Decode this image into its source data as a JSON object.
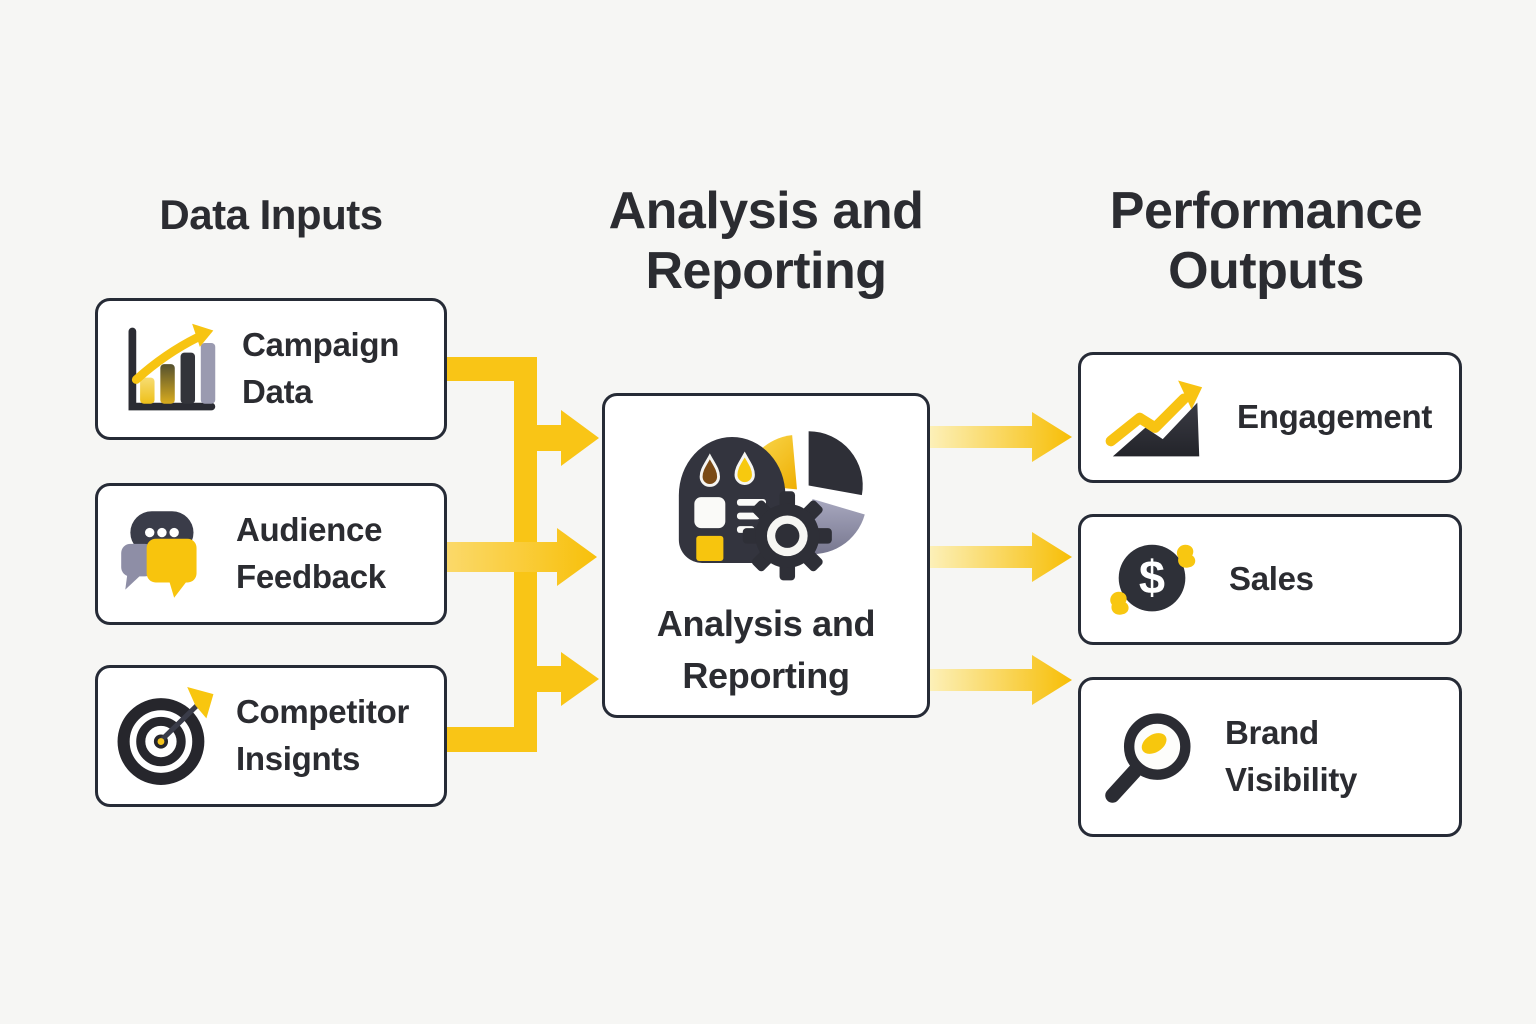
{
  "headers": {
    "inputs": "Data Inputs",
    "process": "Analysis and Reporting",
    "outputs": "Performance Outputs"
  },
  "inputs": [
    {
      "label": "Campaign Data",
      "icon": "bar-chart-growth-icon"
    },
    {
      "label": "Audience Feedback",
      "icon": "chat-bubbles-icon"
    },
    {
      "label": "Competitor Insignts",
      "icon": "target-dart-icon"
    }
  ],
  "process": {
    "label": "Analysis and Reporting",
    "icon": "calculator-pie-gear-icon"
  },
  "outputs": [
    {
      "label": "Engagement",
      "icon": "trend-up-chart-icon"
    },
    {
      "label": "Sales",
      "icon": "dollar-coin-icon"
    },
    {
      "label": "Brand Visibility",
      "icon": "magnifying-glass-icon"
    }
  ],
  "colors": {
    "accent_yellow": "#F8C513",
    "accent_yellow_light": "#FCF0B8",
    "ink": "#2B2C31",
    "dark_slate": "#2E3038",
    "purple_gray": "#9A9AB0",
    "node_fill": "#FFFFFF",
    "node_border": "#262B36",
    "background": "#F6F6F4"
  }
}
